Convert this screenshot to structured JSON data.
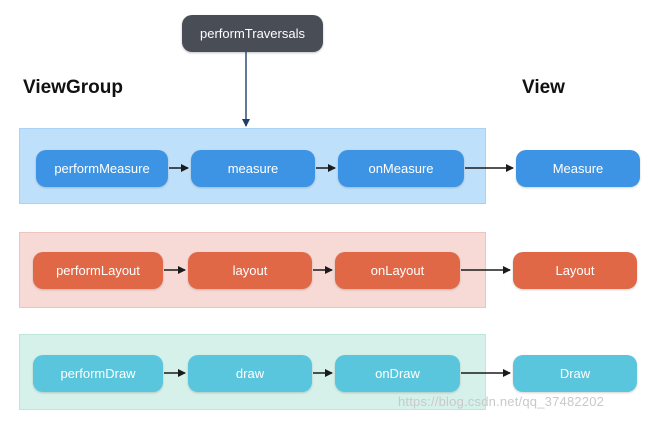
{
  "headings": {
    "left": "ViewGroup",
    "right": "View"
  },
  "top_node": "performTraversals",
  "rows": {
    "measure": {
      "perform": "performMeasure",
      "method": "measure",
      "callback": "onMeasure",
      "view": "Measure",
      "color": "#3e94e4",
      "band_color": "#bfe0fb"
    },
    "layout": {
      "perform": "performLayout",
      "method": "layout",
      "callback": "onLayout",
      "view": "Layout",
      "color": "#e06847",
      "band_color": "#f7d9d5"
    },
    "draw": {
      "perform": "performDraw",
      "method": "draw",
      "callback": "onDraw",
      "view": "Draw",
      "color": "#5ac6dd",
      "band_color": "#d5f1ea"
    }
  },
  "top_node_color": "#494d55",
  "watermark": "https://blog.csdn.net/qq_37482202"
}
